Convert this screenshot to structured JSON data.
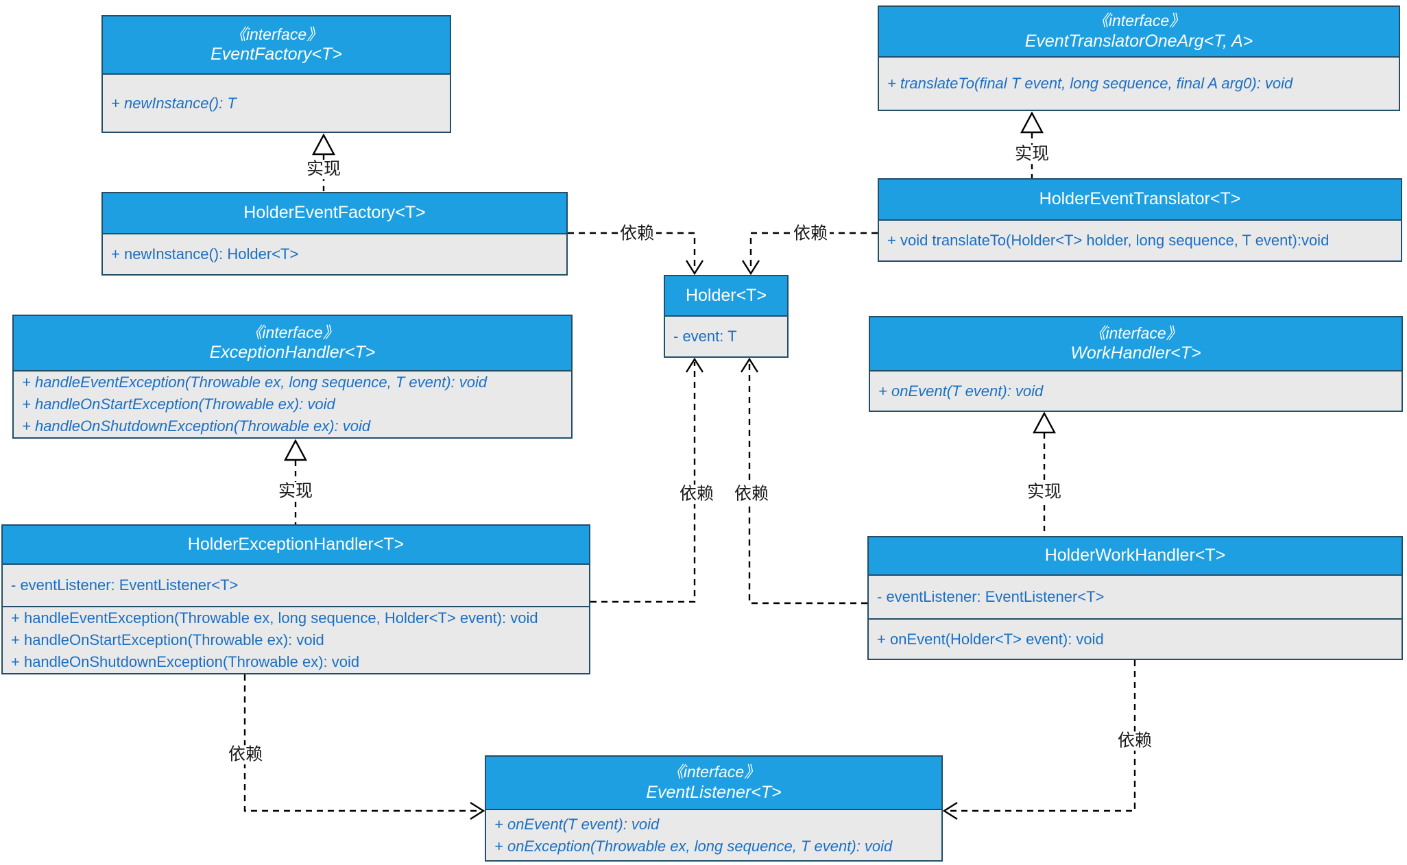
{
  "colors": {
    "header_fill": "#1e9fe1",
    "body_fill": "#e9e9e9",
    "border": "#234e68",
    "member_text": "#1a6fc4",
    "edge_line": "#000000",
    "header_text": "#ffffff"
  },
  "boxes": {
    "event_factory": {
      "stereotype": "《interface》",
      "name": "EventFactory<T>",
      "methods": [
        "+ newInstance(): T"
      ]
    },
    "holder_event_factory": {
      "name": "HolderEventFactory<T>",
      "methods": [
        "+ newInstance(): Holder<T>"
      ]
    },
    "event_translator_one_arg": {
      "stereotype": "《interface》",
      "name": "EventTranslatorOneArg<T, A>",
      "methods": [
        "+ translateTo(final T event, long sequence, final A arg0): void"
      ]
    },
    "holder_event_translator": {
      "name": "HolderEventTranslator<T>",
      "methods": [
        "+ void translateTo(Holder<T> holder, long sequence, T event):void"
      ]
    },
    "holder": {
      "name": "Holder<T>",
      "fields": [
        "- event: T"
      ]
    },
    "exception_handler": {
      "stereotype": "《interface》",
      "name": "ExceptionHandler<T>",
      "methods": [
        "+ handleEventException(Throwable ex, long sequence, T event): void",
        "+ handleOnStartException(Throwable ex): void",
        "+ handleOnShutdownException(Throwable ex): void"
      ]
    },
    "holder_exception_handler": {
      "name": "HolderExceptionHandler<T>",
      "fields": [
        "- eventListener: EventListener<T>"
      ],
      "methods": [
        "+ handleEventException(Throwable ex, long sequence, Holder<T> event): void",
        "+ handleOnStartException(Throwable ex): void",
        "+ handleOnShutdownException(Throwable ex): void"
      ]
    },
    "work_handler": {
      "stereotype": "《interface》",
      "name": "WorkHandler<T>",
      "methods": [
        "+ onEvent(T event): void"
      ]
    },
    "holder_work_handler": {
      "name": "HolderWorkHandler<T>",
      "fields": [
        "- eventListener: EventListener<T>"
      ],
      "methods": [
        "+ onEvent(Holder<T> event): void"
      ]
    },
    "event_listener": {
      "stereotype": "《interface》",
      "name": "EventListener<T>",
      "methods": [
        "+ onEvent(T event): void",
        "+ onException(Throwable ex, long sequence, T event): void"
      ]
    }
  },
  "edges": [
    {
      "from": "HolderEventFactory<T>",
      "to": "EventFactory<T>",
      "type": "realization",
      "label": "实现"
    },
    {
      "from": "HolderEventTranslator<T>",
      "to": "EventTranslatorOneArg<T, A>",
      "type": "realization",
      "label": "实现"
    },
    {
      "from": "HolderExceptionHandler<T>",
      "to": "ExceptionHandler<T>",
      "type": "realization",
      "label": "实现"
    },
    {
      "from": "HolderWorkHandler<T>",
      "to": "WorkHandler<T>",
      "type": "realization",
      "label": "实现"
    },
    {
      "from": "HolderEventFactory<T>",
      "to": "Holder<T>",
      "type": "dependency",
      "label": "依赖"
    },
    {
      "from": "HolderEventTranslator<T>",
      "to": "Holder<T>",
      "type": "dependency",
      "label": "依赖"
    },
    {
      "from": "HolderExceptionHandler<T>",
      "to": "Holder<T>",
      "type": "dependency",
      "label": "依赖"
    },
    {
      "from": "HolderWorkHandler<T>",
      "to": "Holder<T>",
      "type": "dependency",
      "label": "依赖"
    },
    {
      "from": "HolderExceptionHandler<T>",
      "to": "EventListener<T>",
      "type": "dependency",
      "label": "依赖"
    },
    {
      "from": "HolderWorkHandler<T>",
      "to": "EventListener<T>",
      "type": "dependency",
      "label": "依赖"
    }
  ]
}
